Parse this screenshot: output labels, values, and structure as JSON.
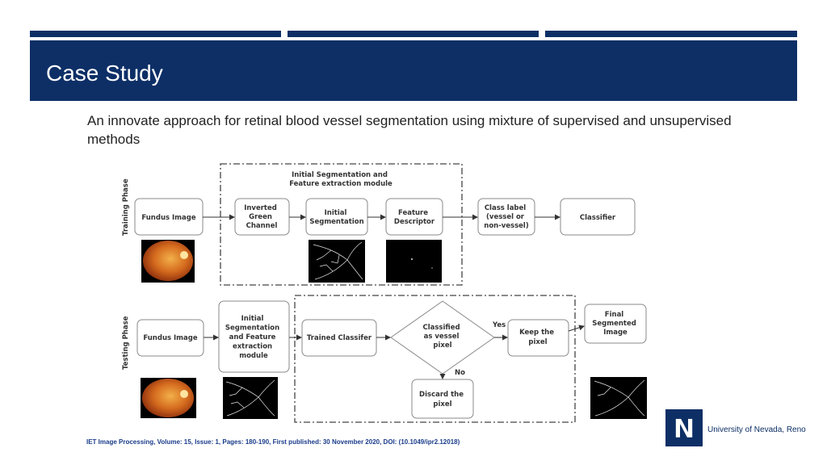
{
  "slide": {
    "title": "Case Study",
    "subtitle": "An innovate approach for retinal blood vessel segmentation using mixture of supervised and unsupervised methods",
    "citation": "IET Image Processing, Volume: 15, Issue: 1, Pages: 180-190, First published: 30 November 2020, DOI: (10.1049/ipr2.12018)",
    "logo_letter": "N",
    "logo_text": "University of Nevada, Reno",
    "colors": {
      "header": "#0d2f66",
      "citation": "#1a3c8a"
    }
  },
  "diagram": {
    "training_phase_label": "Training Phase",
    "testing_phase_label": "Testing Phase",
    "training_module_title": [
      "Initial Segmentation and",
      "Feature extraction module"
    ],
    "training": {
      "fundus": [
        "Fundus Image"
      ],
      "inverted": [
        "Inverted",
        "Green",
        "Channel"
      ],
      "initial_seg": [
        "Initial",
        "Segmentation"
      ],
      "feature_desc": [
        "Feature",
        "Descriptor"
      ],
      "class_label": [
        "Class label",
        "(vessel or",
        "non-vessel)"
      ],
      "classifier": [
        "Classifier"
      ]
    },
    "testing": {
      "fundus": [
        "Fundus Image"
      ],
      "module": [
        "Initial",
        "Segmentation",
        "and Feature",
        "extraction",
        "module"
      ],
      "trained": [
        "Trained Classifer"
      ],
      "decision": [
        "Classified",
        "as vessel",
        "pixel"
      ],
      "keep": [
        "Keep the",
        "pixel"
      ],
      "final": [
        "Final",
        "Segmented",
        "Image"
      ],
      "discard": [
        "Discard the",
        "pixel"
      ],
      "yes_label": "Yes",
      "no_label": "No"
    }
  }
}
